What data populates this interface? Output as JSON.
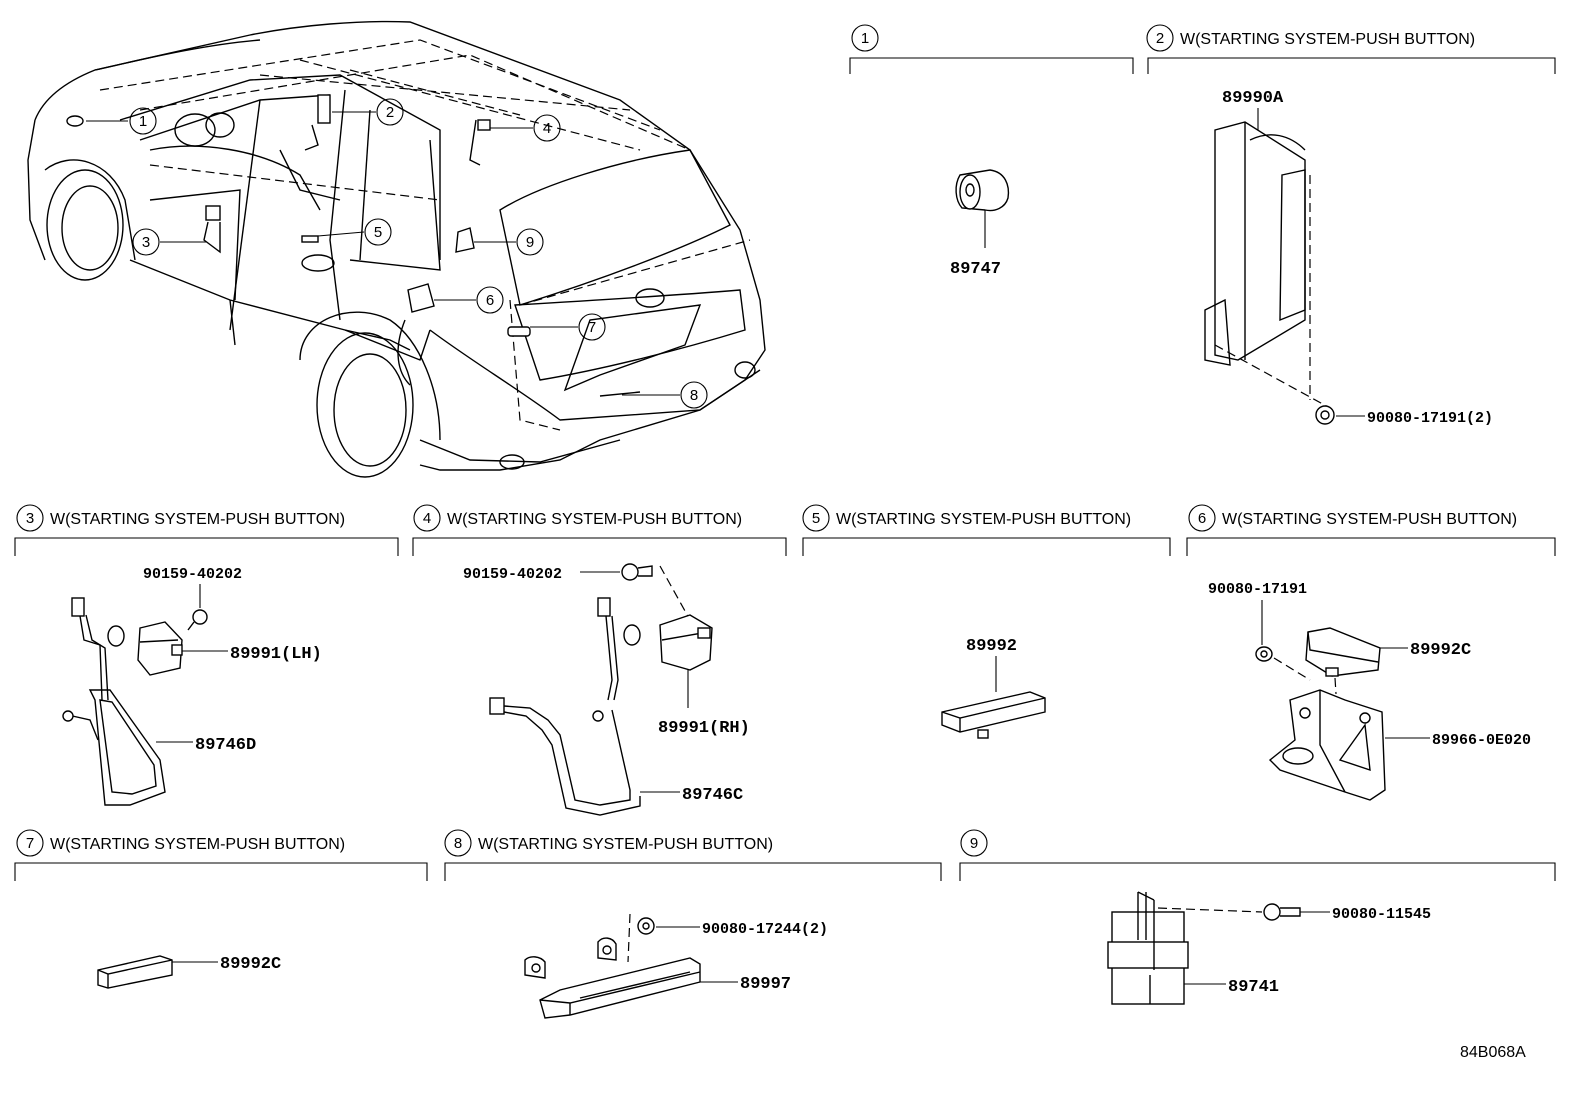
{
  "diagram_code": "84B068A",
  "callouts": [
    "1",
    "2",
    "3",
    "4",
    "5",
    "6",
    "7",
    "8",
    "9"
  ],
  "sections": [
    {
      "num": "1",
      "title": ""
    },
    {
      "num": "2",
      "title": "W(STARTING SYSTEM-PUSH BUTTON)"
    },
    {
      "num": "3",
      "title": "W(STARTING SYSTEM-PUSH BUTTON)"
    },
    {
      "num": "4",
      "title": "W(STARTING SYSTEM-PUSH BUTTON)"
    },
    {
      "num": "5",
      "title": "W(STARTING SYSTEM-PUSH BUTTON)"
    },
    {
      "num": "6",
      "title": "W(STARTING SYSTEM-PUSH BUTTON)"
    },
    {
      "num": "7",
      "title": "W(STARTING SYSTEM-PUSH BUTTON)"
    },
    {
      "num": "8",
      "title": "W(STARTING SYSTEM-PUSH BUTTON)"
    },
    {
      "num": "9",
      "title": ""
    }
  ],
  "parts": {
    "s1": [
      "89747"
    ],
    "s2": [
      "89990A",
      "90080-17191(2)"
    ],
    "s3": [
      "90159-40202",
      "89991(LH)",
      "89746D"
    ],
    "s4": [
      "90159-40202",
      "89991(RH)",
      "89746C"
    ],
    "s5": [
      "89992"
    ],
    "s6": [
      "90080-17191",
      "89992C",
      "89966-0E020"
    ],
    "s7": [
      "89992C"
    ],
    "s8": [
      "90080-17244(2)",
      "89997"
    ],
    "s9": [
      "90080-11545",
      "89741"
    ]
  }
}
